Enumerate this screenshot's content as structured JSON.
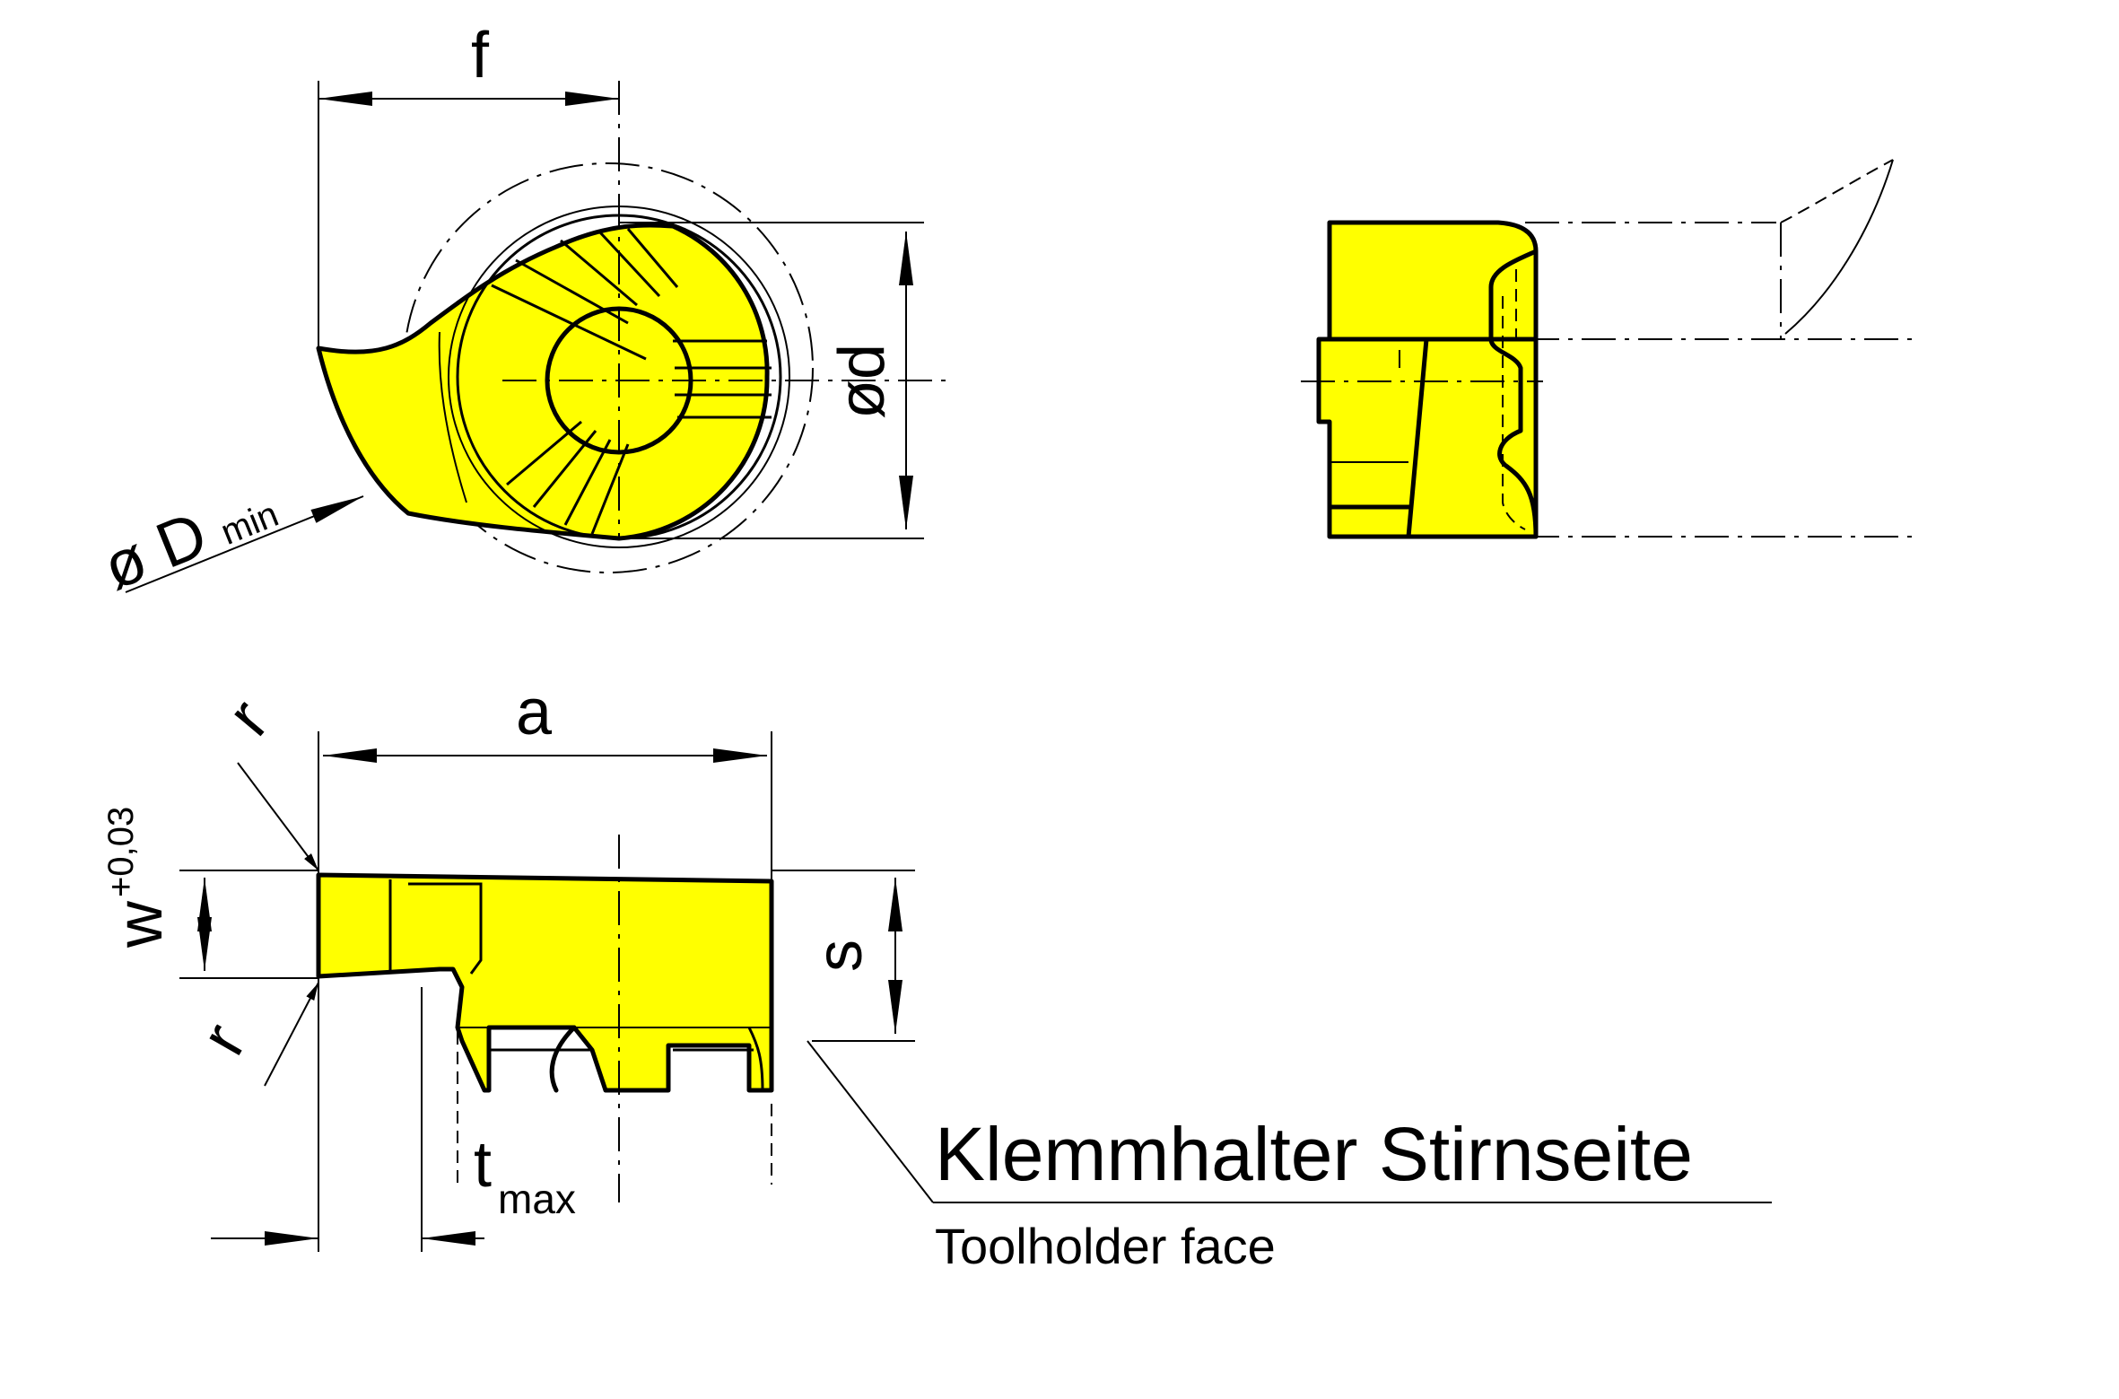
{
  "colors": {
    "insert": "#ffff00",
    "line": "#000000",
    "background": "#ffffff"
  },
  "labels": {
    "f": "f",
    "d": "ød",
    "Dmin_main": "ø D",
    "Dmin_sub": "min",
    "a": "a",
    "r_top": "r",
    "r_bottom": "r",
    "w_main": "w",
    "w_sup": "+0,03",
    "s": "s",
    "t_main": "t",
    "t_sub": "max"
  },
  "callout": {
    "german": "Klemmhalter Stirnseite",
    "english": "Toolholder face"
  }
}
